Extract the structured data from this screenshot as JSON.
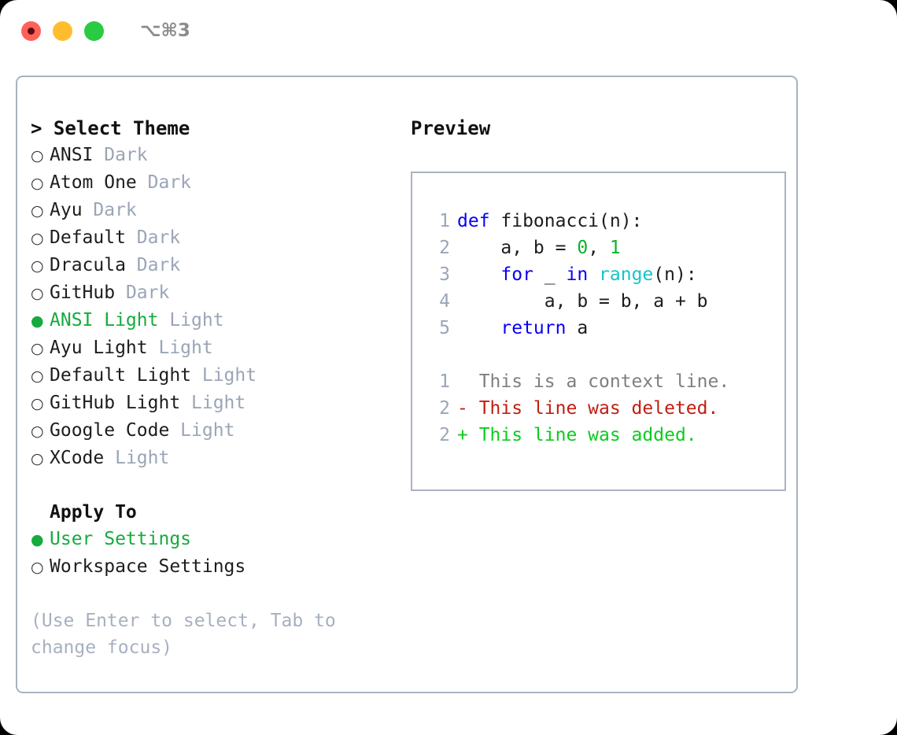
{
  "titlebar": {
    "shortcut": "⌥⌘3",
    "buttons": [
      {
        "name": "close",
        "color": "#ff6159"
      },
      {
        "name": "minimize",
        "color": "#ffbd2e"
      },
      {
        "name": "zoom",
        "color": "#2acb42"
      }
    ]
  },
  "theme_picker": {
    "header": "> Select Theme",
    "items": [
      {
        "marker": "○",
        "label": "ANSI",
        "badge": "Dark",
        "selected": false
      },
      {
        "marker": "○",
        "label": "Atom One",
        "badge": "Dark",
        "selected": false
      },
      {
        "marker": "○",
        "label": "Ayu",
        "badge": "Dark",
        "selected": false
      },
      {
        "marker": "○",
        "label": "Default",
        "badge": "Dark",
        "selected": false
      },
      {
        "marker": "○",
        "label": "Dracula",
        "badge": "Dark",
        "selected": false
      },
      {
        "marker": "○",
        "label": "GitHub",
        "badge": "Dark",
        "selected": false
      },
      {
        "marker": "●",
        "label": "ANSI Light",
        "badge": "Light",
        "selected": true
      },
      {
        "marker": "○",
        "label": "Ayu Light",
        "badge": "Light",
        "selected": false
      },
      {
        "marker": "○",
        "label": "Default Light",
        "badge": "Light",
        "selected": false
      },
      {
        "marker": "○",
        "label": "GitHub Light",
        "badge": "Light",
        "selected": false
      },
      {
        "marker": "○",
        "label": "Google Code",
        "badge": "Light",
        "selected": false
      },
      {
        "marker": "○",
        "label": "XCode",
        "badge": "Light",
        "selected": false
      }
    ]
  },
  "apply_to": {
    "header": "Apply To",
    "items": [
      {
        "marker": "●",
        "label": "User Settings",
        "selected": true
      },
      {
        "marker": "○",
        "label": "Workspace Settings",
        "selected": false
      }
    ]
  },
  "hint": "(Use Enter to select, Tab to change focus)",
  "preview": {
    "header": "Preview",
    "code_lines": [
      {
        "no": "1",
        "tokens": [
          {
            "t": "def",
            "c": "kw"
          },
          {
            "t": " fibonacci(n):",
            "c": "pln"
          }
        ]
      },
      {
        "no": "2",
        "tokens": [
          {
            "t": "    a, b = ",
            "c": "pln"
          },
          {
            "t": "0",
            "c": "num"
          },
          {
            "t": ", ",
            "c": "pln"
          },
          {
            "t": "1",
            "c": "num"
          }
        ]
      },
      {
        "no": "3",
        "tokens": [
          {
            "t": "    ",
            "c": "pln"
          },
          {
            "t": "for",
            "c": "kw"
          },
          {
            "t": " _ ",
            "c": "pln"
          },
          {
            "t": "in",
            "c": "kw"
          },
          {
            "t": " ",
            "c": "pln"
          },
          {
            "t": "range",
            "c": "fn"
          },
          {
            "t": "(n):",
            "c": "pln"
          }
        ]
      },
      {
        "no": "4",
        "tokens": [
          {
            "t": "        a, b = b, a + b",
            "c": "pln"
          }
        ]
      },
      {
        "no": "5",
        "tokens": [
          {
            "t": "    ",
            "c": "pln"
          },
          {
            "t": "return",
            "c": "kw"
          },
          {
            "t": " a",
            "c": "pln"
          }
        ]
      }
    ],
    "diff_lines": [
      {
        "no": "1",
        "text": "  This is a context line.",
        "kind": "ctx"
      },
      {
        "no": "2",
        "text": "- This line was deleted.",
        "kind": "del"
      },
      {
        "no": "2",
        "text": "+ This line was added.",
        "kind": "add"
      }
    ]
  },
  "colors": {
    "accent_green": "#15ab3d",
    "badge_gray": "#9aa5b7",
    "border": "#aab2c0",
    "keyword_blue": "#0a00f5",
    "function_cyan": "#16c4c9",
    "number_green": "#0cb32a",
    "diff_delete_red": "#c21d10",
    "diff_add_green": "#0ccc1f",
    "diff_context_gray": "#7f7f7f"
  }
}
